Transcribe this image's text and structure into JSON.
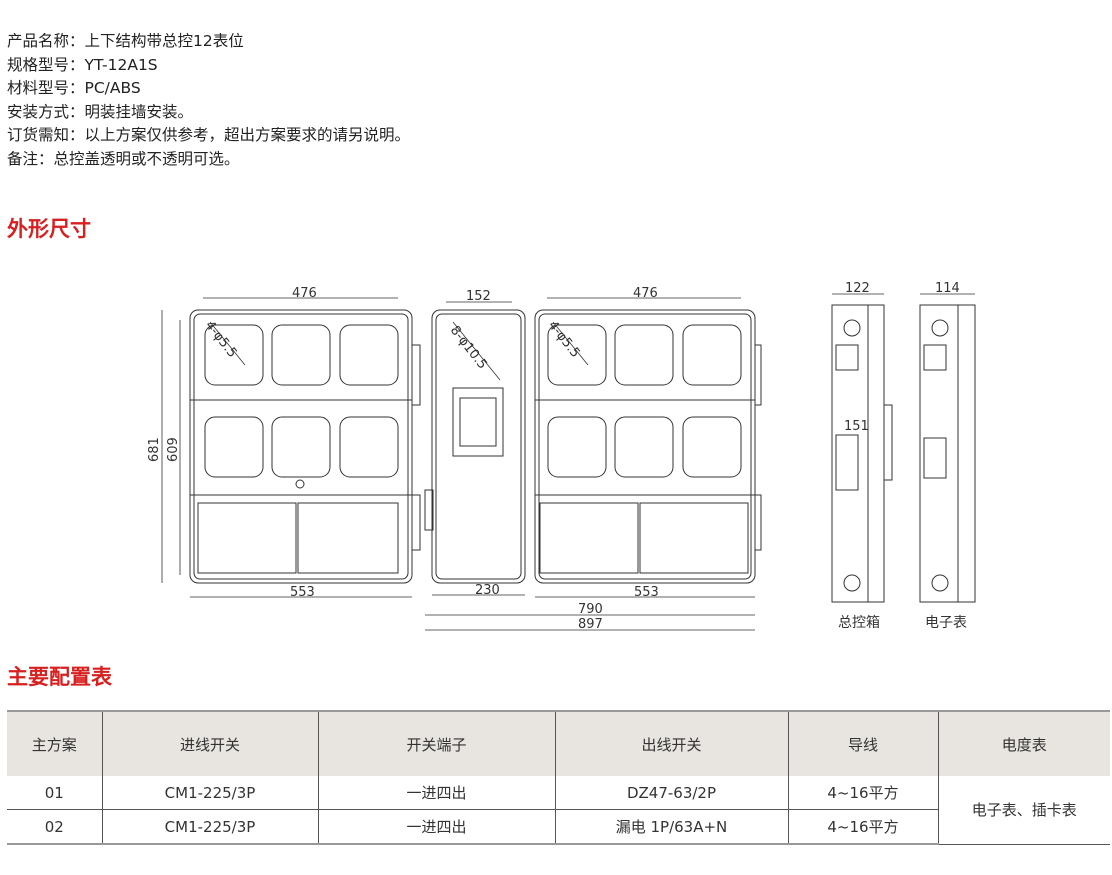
{
  "info": [
    {
      "label": "产品名称：",
      "value": "上下结构带总控12表位"
    },
    {
      "label": "规格型号：",
      "value": "YT-12A1S"
    },
    {
      "label": "材料型号：",
      "value": "PC/ABS"
    },
    {
      "label": "安装方式：",
      "value": "明装挂墙安装。"
    },
    {
      "label": "订货需知：",
      "value": "以上方案仅供参考，超出方案要求的请另说明。"
    },
    {
      "label": "备注：",
      "value": "总控盖透明或不透明可选。"
    }
  ],
  "section_dimensions": "外形尺寸",
  "section_config": "主要配置表",
  "drawing": {
    "dim_476_left": "476",
    "dim_152": "152",
    "dim_476_right": "476",
    "dim_122": "122",
    "dim_114": "114",
    "dim_681": "681",
    "dim_609": "609",
    "dim_553_left": "553",
    "dim_230": "230",
    "dim_553_right": "553",
    "dim_790": "790",
    "dim_897": "897",
    "dim_151": "151",
    "hole_left": "4-φ5.5",
    "hole_mid": "8-φ10.5",
    "hole_right": "4-φ5.5",
    "caption_main": "总控箱",
    "caption_meter": "电子表"
  },
  "table": {
    "headers": [
      "主方案",
      "进线开关",
      "开关端子",
      "出线开关",
      "导线",
      "电度表"
    ],
    "rows": [
      [
        "01",
        "CM1-225/3P",
        "一进四出",
        "DZ47-63/2P",
        "4~16平方",
        "电子表、插卡表"
      ],
      [
        "02",
        "CM1-225/3P",
        "一进四出",
        "漏电 1P/63A+N",
        "4~16平方"
      ]
    ]
  }
}
